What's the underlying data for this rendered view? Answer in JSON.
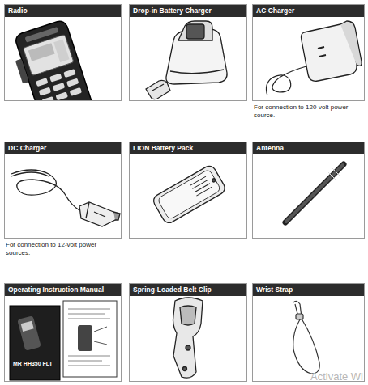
{
  "diagram": {
    "nodes": [
      {
        "text": [
          "Radio"
        ]
      },
      {
        "text": [
          "Drop-in Battery Charger"
        ]
      },
      {
        "text": [
          "AC Charger",
          "For connection to 120-volt power source."
        ]
      },
      {
        "text": [
          "DC Charger",
          "For connection to 12-volt power sources."
        ]
      },
      {
        "text": [
          "LION Battery Pack"
        ]
      },
      {
        "text": [
          "Antenna"
        ]
      },
      {
        "text": [
          "Operating Instruction Manual"
        ]
      },
      {
        "text": [
          "Spring-Loaded Belt Clip"
        ]
      },
      {
        "text": [
          "Wrist Strap"
        ]
      }
    ],
    "labels": [
      "MR HH350 FLT",
      "Activate Wi"
    ]
  }
}
